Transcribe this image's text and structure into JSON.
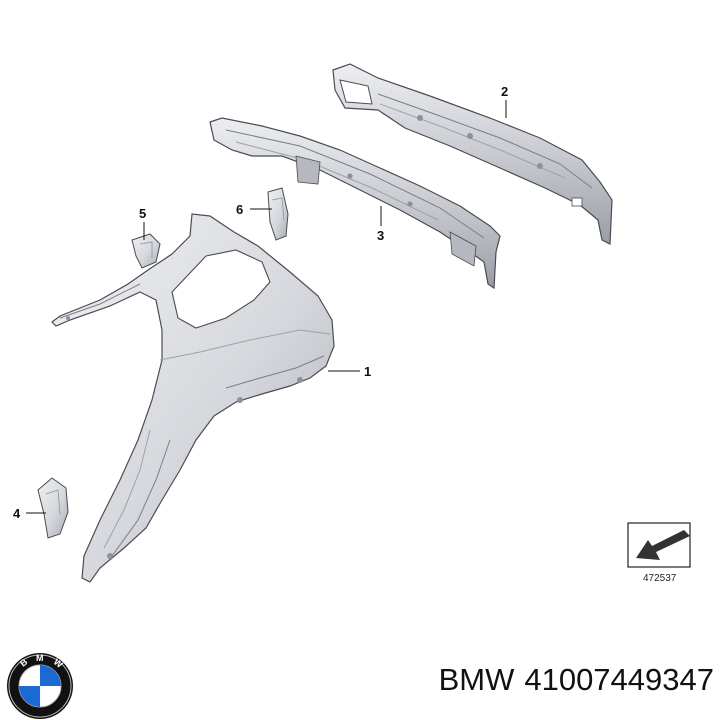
{
  "callouts": [
    {
      "num": "1"
    },
    {
      "num": "2"
    },
    {
      "num": "3"
    },
    {
      "num": "4"
    },
    {
      "num": "5"
    },
    {
      "num": "6"
    }
  ],
  "reference_box": {
    "code": "472537"
  },
  "caption": {
    "brand": "BMW",
    "part_number": "41007449347"
  },
  "logo": {
    "letters": "BMW",
    "blue": "#1c69d4",
    "ring": "#111111"
  },
  "colors": {
    "metal_light": "#e4e5e9",
    "metal_mid": "#c7c9cf",
    "metal_dark": "#8e9199",
    "outline": "#4a4c52"
  }
}
